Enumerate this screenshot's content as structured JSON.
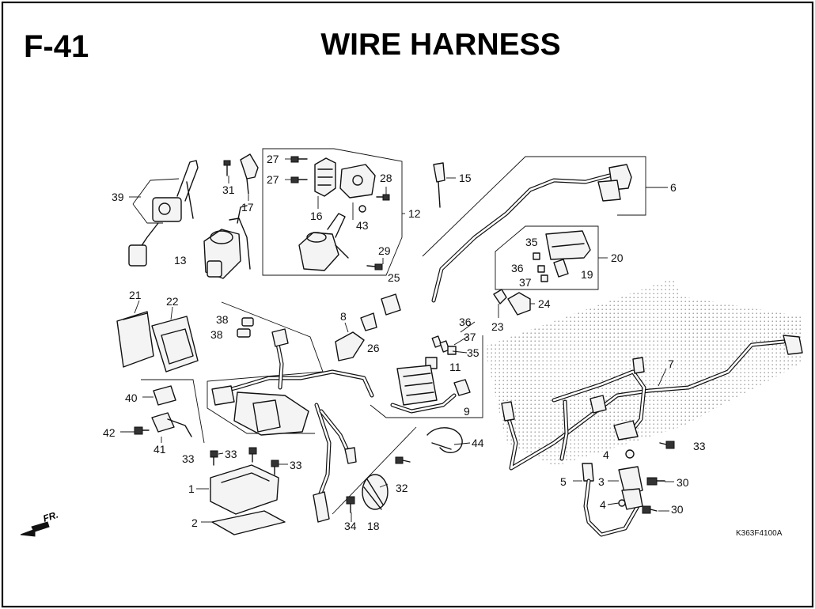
{
  "header": {
    "code": "F-41",
    "title": "WIRE HARNESS"
  },
  "callouts": [
    {
      "id": "c39",
      "label": "39"
    },
    {
      "id": "c31",
      "label": "31"
    },
    {
      "id": "c17",
      "label": "17"
    },
    {
      "id": "c13",
      "label": "13"
    },
    {
      "id": "c27a",
      "label": "27"
    },
    {
      "id": "c27b",
      "label": "27"
    },
    {
      "id": "c16",
      "label": "16"
    },
    {
      "id": "c28",
      "label": "28"
    },
    {
      "id": "c43",
      "label": "43"
    },
    {
      "id": "c12",
      "label": "12"
    },
    {
      "id": "c29",
      "label": "29"
    },
    {
      "id": "c25",
      "label": "25"
    },
    {
      "id": "c15",
      "label": "15"
    },
    {
      "id": "c6",
      "label": "6"
    },
    {
      "id": "c35a",
      "label": "35"
    },
    {
      "id": "c20",
      "label": "20"
    },
    {
      "id": "c36a",
      "label": "36"
    },
    {
      "id": "c19",
      "label": "19"
    },
    {
      "id": "c37a",
      "label": "37"
    },
    {
      "id": "c24",
      "label": "24"
    },
    {
      "id": "c23",
      "label": "23"
    },
    {
      "id": "c21",
      "label": "21"
    },
    {
      "id": "c22",
      "label": "22"
    },
    {
      "id": "c38a",
      "label": "38"
    },
    {
      "id": "c38b",
      "label": "38"
    },
    {
      "id": "c8",
      "label": "8"
    },
    {
      "id": "c26",
      "label": "26"
    },
    {
      "id": "c36b",
      "label": "36"
    },
    {
      "id": "c37b",
      "label": "37"
    },
    {
      "id": "c35b",
      "label": "35"
    },
    {
      "id": "c11",
      "label": "11"
    },
    {
      "id": "c7",
      "label": "7"
    },
    {
      "id": "c40",
      "label": "40"
    },
    {
      "id": "c9",
      "label": "9"
    },
    {
      "id": "c42",
      "label": "42"
    },
    {
      "id": "c41",
      "label": "41"
    },
    {
      "id": "c44",
      "label": "44"
    },
    {
      "id": "c33a",
      "label": "33"
    },
    {
      "id": "c33b",
      "label": "33"
    },
    {
      "id": "c33c",
      "label": "33"
    },
    {
      "id": "c33d",
      "label": "33"
    },
    {
      "id": "c4a",
      "label": "4"
    },
    {
      "id": "c1",
      "label": "1"
    },
    {
      "id": "c32",
      "label": "32"
    },
    {
      "id": "c5",
      "label": "5"
    },
    {
      "id": "c3",
      "label": "3"
    },
    {
      "id": "c30a",
      "label": "30"
    },
    {
      "id": "c4b",
      "label": "4"
    },
    {
      "id": "c30b",
      "label": "30"
    },
    {
      "id": "c2",
      "label": "2"
    },
    {
      "id": "c34",
      "label": "34"
    },
    {
      "id": "c18",
      "label": "18"
    }
  ],
  "orientation": {
    "label": "FR."
  },
  "drawing_code": "K363F4100A",
  "colors": {
    "ink": "#111111",
    "background": "#ffffff",
    "stipple": "#9a9a9a"
  }
}
